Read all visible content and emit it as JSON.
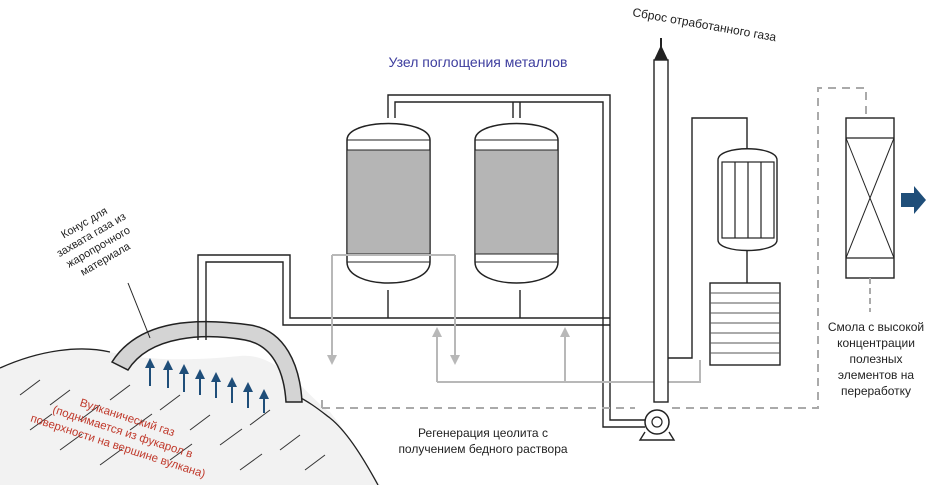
{
  "labels": {
    "absorption_unit": "Узел поглощения металлов",
    "exhaust_gas": "Сброс отработанного газа",
    "capture_cone": [
      "Конус для",
      "захвата газа из",
      "жаропрочного",
      "материала"
    ],
    "volcanic_gas": [
      "Вулканический газ",
      "(поднимается из фукарол в",
      "поверхности на вершине вулкана)"
    ],
    "zeolite_regeneration": [
      "Регенерация цеолита с",
      "получением бедного раствора"
    ],
    "resin": [
      "Смола с высокой",
      "концентрации",
      "полезных",
      "элементов на",
      "переработку"
    ]
  },
  "colors": {
    "title": "#3d3d9e",
    "volcanic_gas_text": "#c0392b",
    "gas_arrows": "#1f4e79",
    "output_arrow": "#1f4e79",
    "vessel_fill": "#b5b5b5",
    "cone_fill": "#d4d4d4",
    "gray_line": "#b8b8b8"
  }
}
